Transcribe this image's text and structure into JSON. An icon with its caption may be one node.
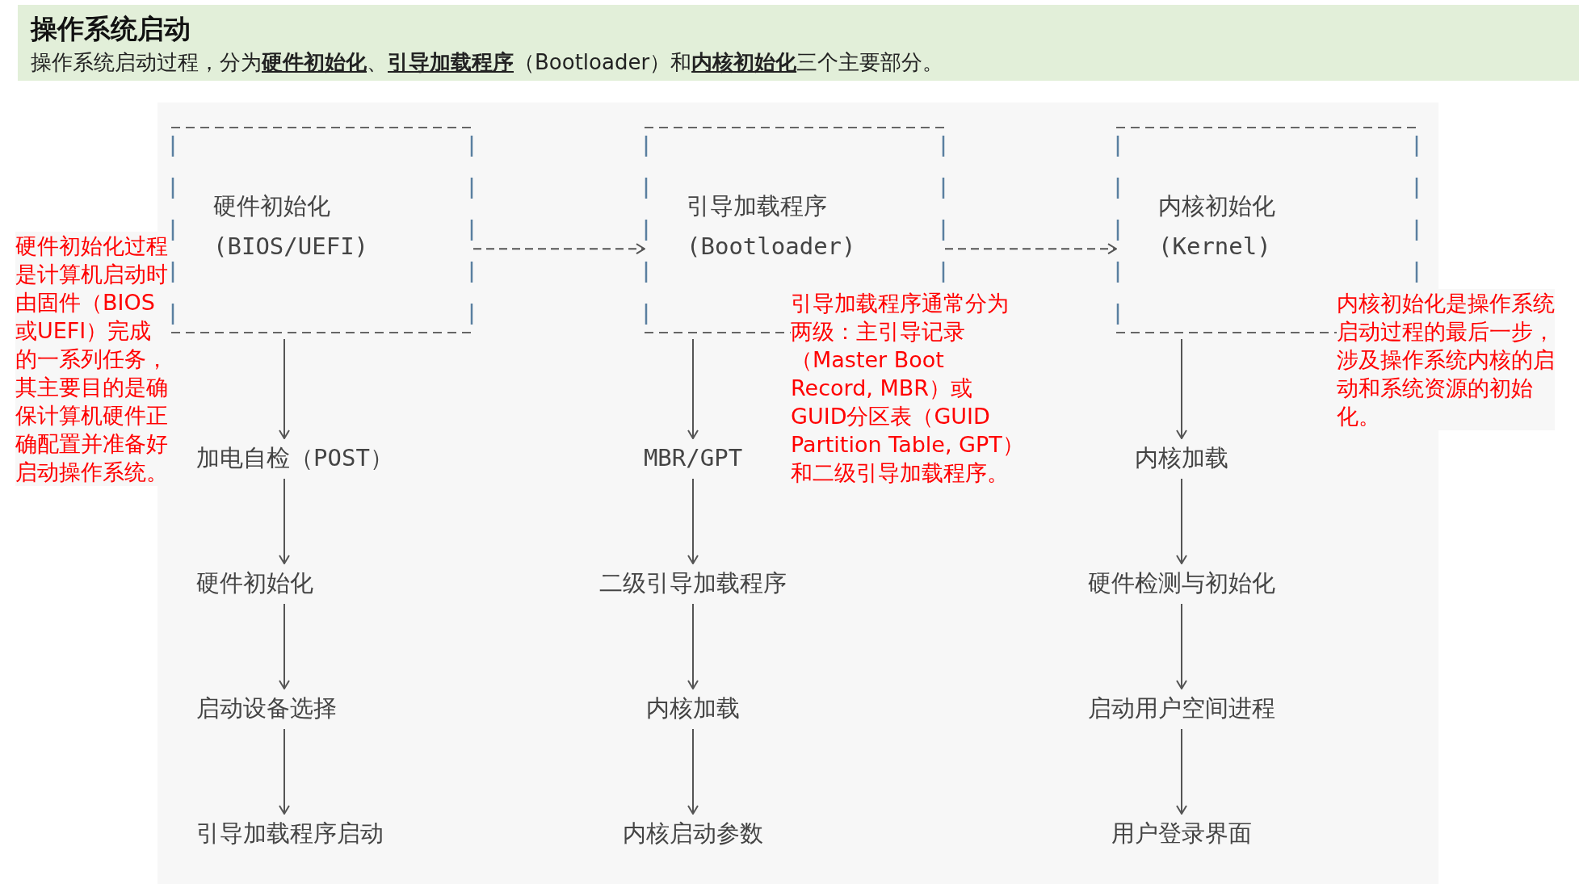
{
  "diagram": {
    "title": "操作系统启动",
    "caption": "操作系统启动过程，分为**硬件初始化**、**引导加载程序**（Bootloader）和**内核初始化**三个主要部分。",
    "nodes": [
      {
        "text": [
          "硬件初始化",
          "(BIOS/UEFI)"
        ]
      },
      {
        "text": [
          "引导加载程序",
          "(Bootloader)"
        ]
      },
      {
        "text": [
          "内核初始化",
          "(Kernel)"
        ]
      },
      {
        "text": [
          "加电自检（POST）"
        ]
      },
      {
        "text": [
          "硬件初始化"
        ]
      },
      {
        "text": [
          "启动设备选择"
        ]
      },
      {
        "text": [
          "引导加载程序启动"
        ]
      },
      {
        "text": [
          "MBR/GPT"
        ]
      },
      {
        "text": [
          "二级引导加载程序"
        ]
      },
      {
        "text": [
          "内核加载"
        ]
      },
      {
        "text": [
          "内核启动参数"
        ]
      },
      {
        "text": [
          "内核加载"
        ]
      },
      {
        "text": [
          "硬件检测与初始化"
        ]
      },
      {
        "text": [
          "启动用户空间进程"
        ]
      },
      {
        "text": [
          "用户登录界面"
        ]
      }
    ],
    "edges": [
      {
        "from": 0,
        "to": 1,
        "arrow": "to",
        "style": "dashed"
      },
      {
        "from": 1,
        "to": 2,
        "arrow": "to",
        "style": "dashed"
      },
      {
        "from": 0,
        "to": 3,
        "arrow": "to"
      },
      {
        "from": 3,
        "to": 4,
        "arrow": "to"
      },
      {
        "from": 4,
        "to": 5,
        "arrow": "to"
      },
      {
        "from": 5,
        "to": 6,
        "arrow": "to"
      },
      {
        "from": 1,
        "to": 7,
        "arrow": "to"
      },
      {
        "from": 7,
        "to": 8,
        "arrow": "to"
      },
      {
        "from": 8,
        "to": 9,
        "arrow": "to"
      },
      {
        "from": 9,
        "to": 10,
        "arrow": "to"
      },
      {
        "from": 2,
        "to": 11,
        "arrow": "to"
      },
      {
        "from": 11,
        "to": 12,
        "arrow": "to"
      },
      {
        "from": 12,
        "to": 13,
        "arrow": "to"
      },
      {
        "from": 13,
        "to": 14,
        "arrow": "to"
      }
    ],
    "labels": [
      "硬件初始化过程是计算机启动时由固件（BIOS或UEFI）完成的一系列任务，其主要目的是确保计算机硬件正确配置并准备好启动操作系统。",
      "引导加载程序通常分为两级：主引导记录（Master Boot Record, MBR）或GUID分区表（GUID Partition Table, GPT）和二级引导加载程序。",
      "内核初始化是操作系统启动过程的最后一步，涉及操作系统内核的启动和系统资源的初始化。"
    ]
  }
}
